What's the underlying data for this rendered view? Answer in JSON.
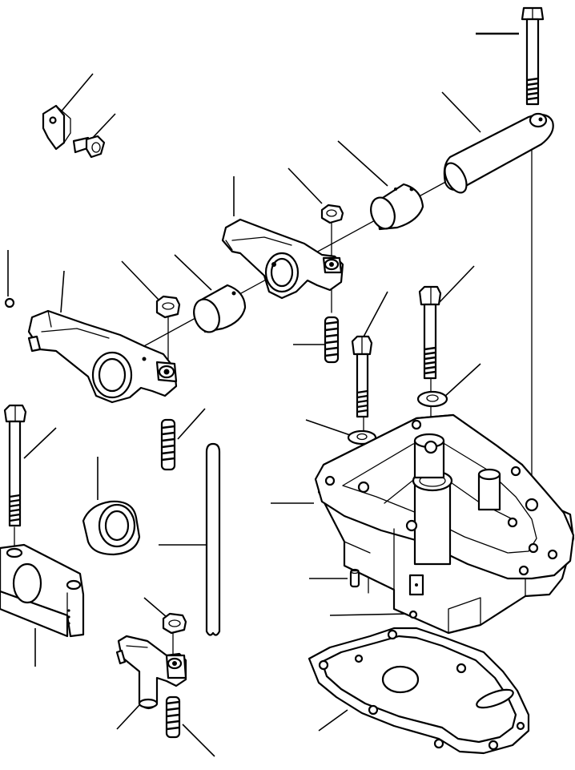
{
  "diagram": {
    "parts": [
      {
        "name": "shaft-support-bolt"
      },
      {
        "name": "rocker-shaft"
      },
      {
        "name": "rocker-bushing-rear"
      },
      {
        "name": "lock-nut-rear"
      },
      {
        "name": "rocker-arm-rear"
      },
      {
        "name": "adjusting-screw-rear"
      },
      {
        "name": "mounting-bracket"
      },
      {
        "name": "bracket-bolt"
      },
      {
        "name": "plug"
      },
      {
        "name": "rocker-arm-front"
      },
      {
        "name": "lock-nut-front"
      },
      {
        "name": "rocker-bushing-front"
      },
      {
        "name": "adjusting-screw-front"
      },
      {
        "name": "housing-bolt-long"
      },
      {
        "name": "housing-bolt-short"
      },
      {
        "name": "washer-right"
      },
      {
        "name": "washer-left"
      },
      {
        "name": "rocker-housing"
      },
      {
        "name": "dowel-pin"
      },
      {
        "name": "ball"
      },
      {
        "name": "gasket"
      },
      {
        "name": "support-bolt"
      },
      {
        "name": "shaft-support"
      },
      {
        "name": "collar"
      },
      {
        "name": "push-rod"
      },
      {
        "name": "lock-nut-lower"
      },
      {
        "name": "lever"
      },
      {
        "name": "adjusting-screw-lower"
      }
    ]
  }
}
